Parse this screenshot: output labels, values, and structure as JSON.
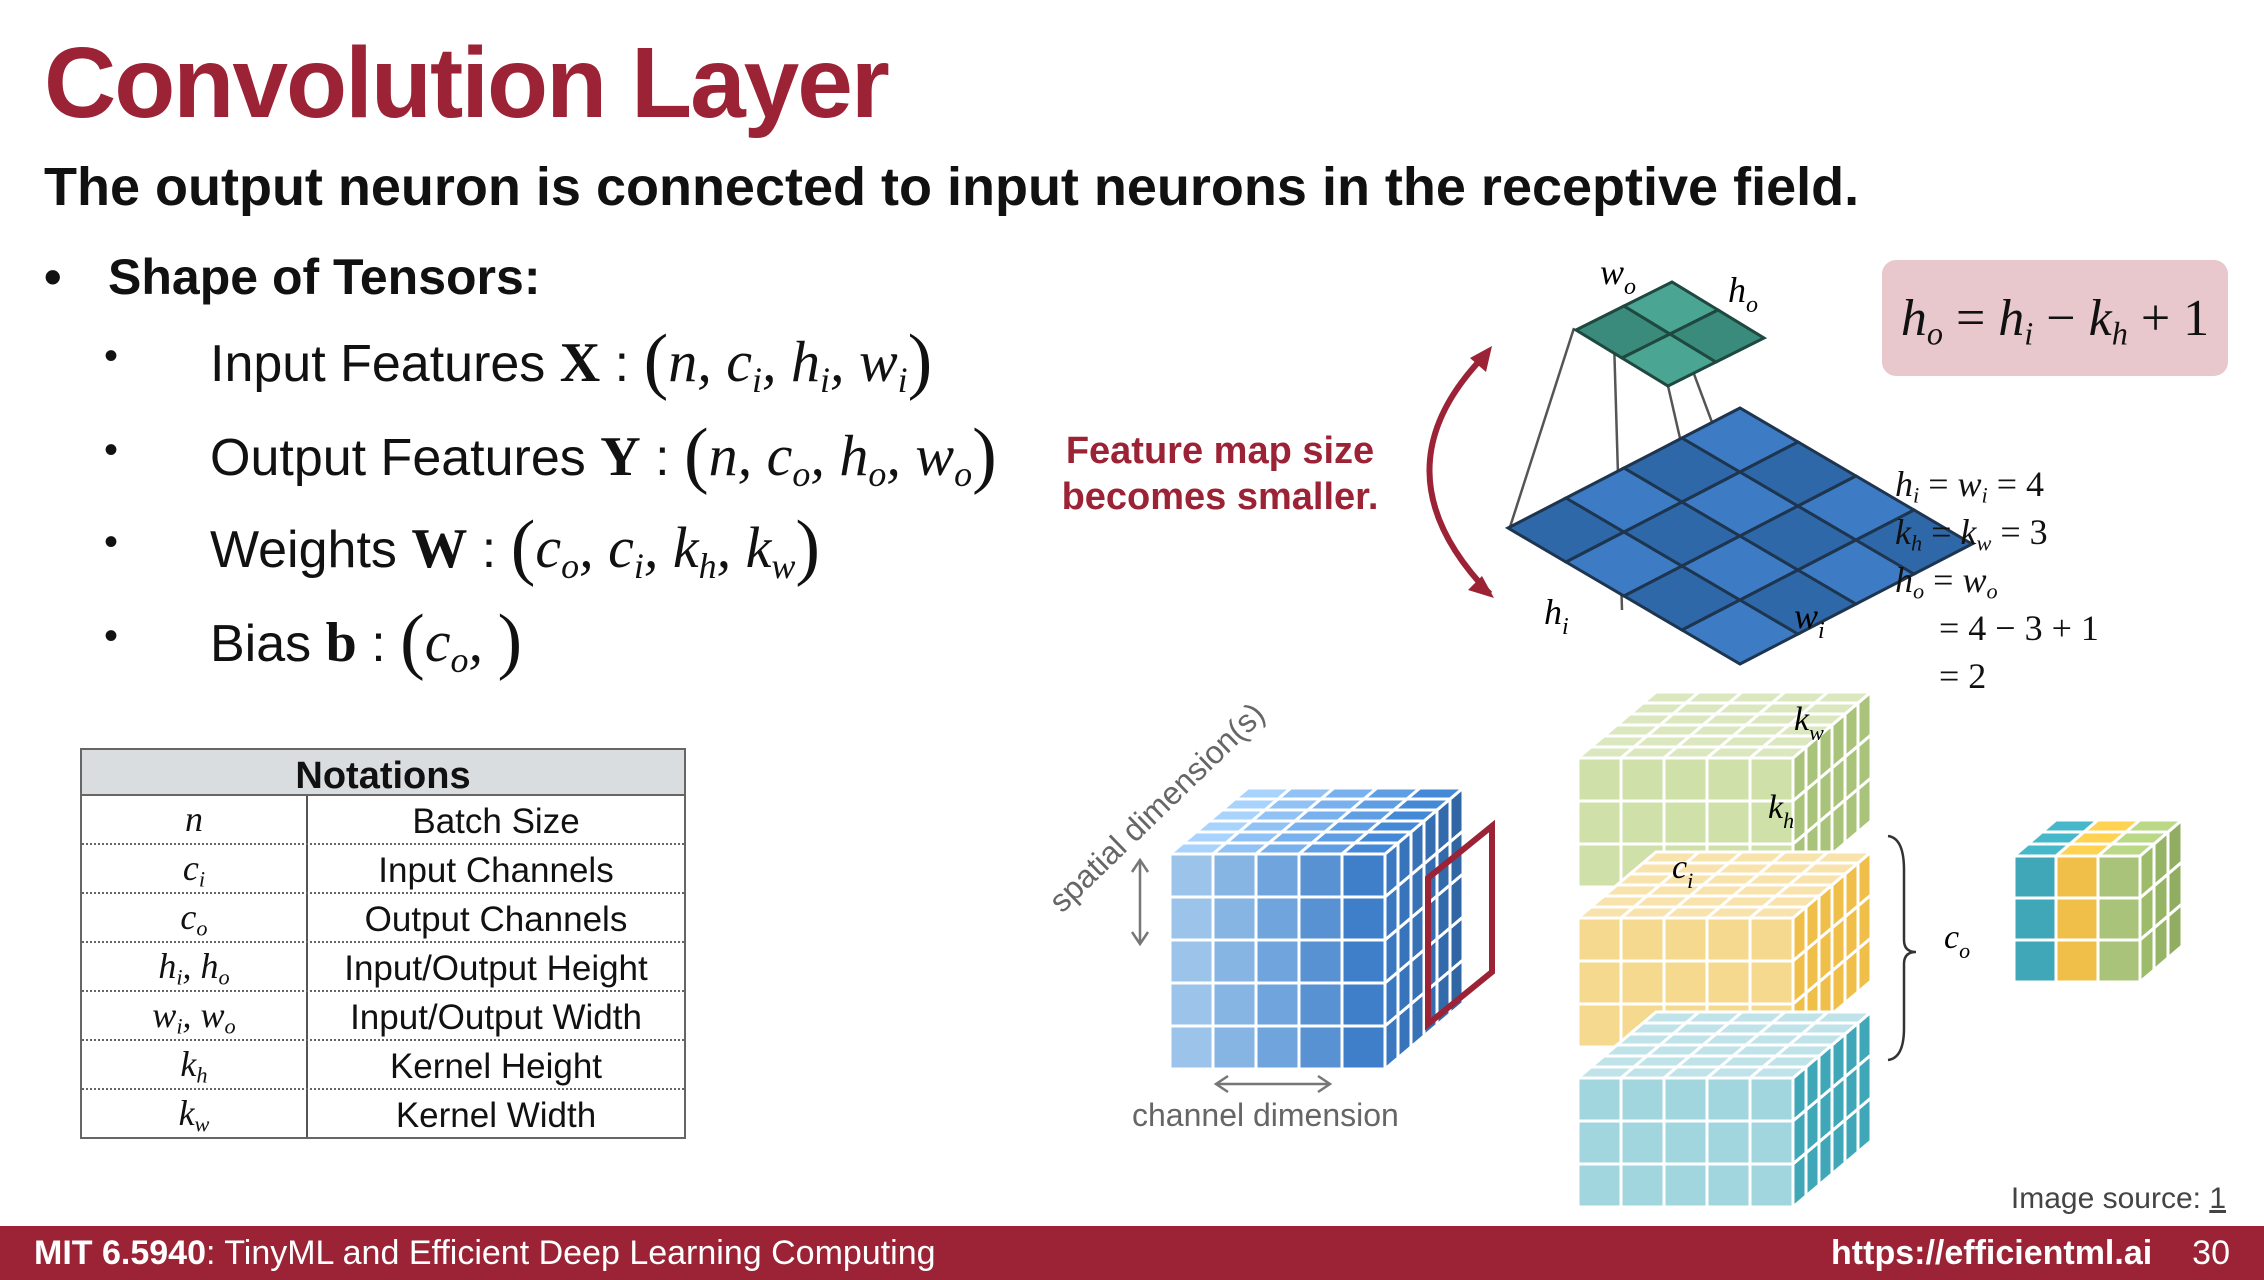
{
  "slide": {
    "title": "Convolution Layer",
    "subtitle": "The output neuron is connected to input neurons in the receptive field."
  },
  "bullets": {
    "heading": "Shape of Tensors:",
    "items": [
      {
        "label": "Input Features",
        "symbol": "X"
      },
      {
        "label": "Output Features",
        "symbol": "Y"
      },
      {
        "label": "Weights",
        "symbol": "W"
      },
      {
        "label": "Bias",
        "symbol": "b"
      }
    ]
  },
  "notations": {
    "header": "Notations",
    "rows": [
      {
        "symbol": "n",
        "desc": "Batch Size"
      },
      {
        "symbol": "c_i",
        "desc": "Input Channels"
      },
      {
        "symbol": "c_o",
        "desc": "Output Channels"
      },
      {
        "symbol": "h_i, h_o",
        "desc": "Input/Output Height"
      },
      {
        "symbol": "w_i, w_o",
        "desc": "Input/Output Width"
      },
      {
        "symbol": "k_h",
        "desc": "Kernel Height"
      },
      {
        "symbol": "k_w",
        "desc": "Kernel Width"
      }
    ]
  },
  "diagram": {
    "note_line1": "Feature map size",
    "note_line2": "becomes smaller.",
    "spatial_label": "spatial dimension(s)",
    "channel_label": "channel dimension",
    "colors": {
      "accent": "#9b2335",
      "input_blue": "#4a86c8",
      "output_teal": "#3e9a8a",
      "kernel_green": "#a9c47a",
      "kernel_yellow": "#f0c35a",
      "kernel_cyan": "#3fa7b8"
    }
  },
  "equations": {
    "formula": "h_o = h_i − k_h + 1"
  },
  "footer": {
    "course_code": "MIT 6.5940",
    "course_title": ": TinyML and Efficient Deep Learning Computing",
    "url": "https://efficientml.ai",
    "page": "30"
  },
  "image_source": {
    "label": "Image source: ",
    "ref": "1"
  }
}
